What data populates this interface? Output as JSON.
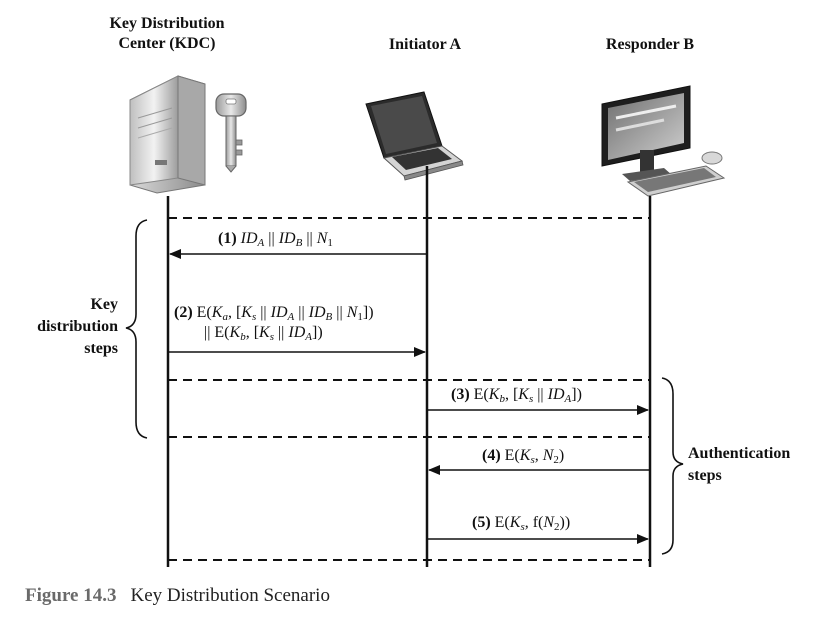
{
  "entities": {
    "kdc_line1": "Key Distribution",
    "kdc_line2": "Center (KDC)",
    "initiator": "Initiator A",
    "responder": "Responder B"
  },
  "brackets": {
    "key_dist_line1": "Key",
    "key_dist_line2": "distribution",
    "key_dist_line3": "steps",
    "auth_line1": "Authentication",
    "auth_line2": "steps"
  },
  "messages": {
    "m1_num": "(1)",
    "m2_num": "(2)",
    "m3_num": "(3)",
    "m4_num": "(4)",
    "m5_num": "(5)"
  },
  "caption": {
    "figure": "Figure 14.3",
    "title": "Key Distribution Scenario"
  }
}
